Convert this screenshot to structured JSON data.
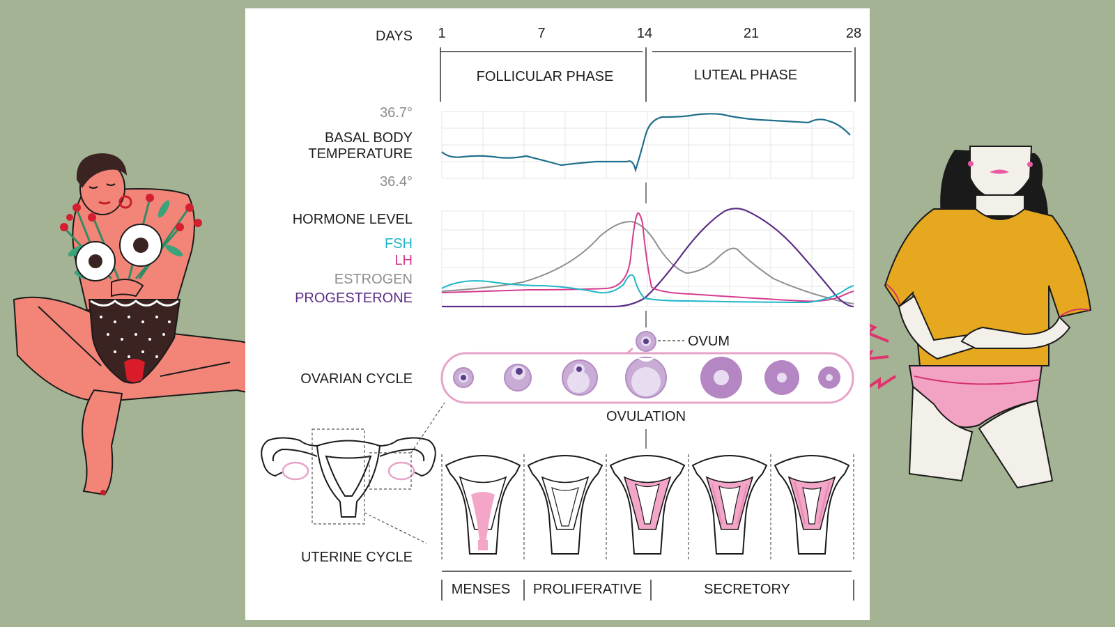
{
  "days": {
    "label": "DAYS",
    "ticks": [
      "1",
      "7",
      "14",
      "21",
      "28"
    ]
  },
  "phases": {
    "follicular": "FOLLICULAR PHASE",
    "luteal": "LUTEAL PHASE"
  },
  "temperature": {
    "label_line1": "BASAL BODY",
    "label_line2": "TEMPERATURE",
    "high": "36.7°",
    "low": "36.4°"
  },
  "hormones": {
    "label": "HORMONE LEVEL",
    "fsh": "FSH",
    "lh": "LH",
    "estrogen": "ESTROGEN",
    "progesterone": "PROGESTERONE"
  },
  "ovarian": {
    "label": "OVARIAN CYCLE",
    "ovum": "OVUM",
    "ovulation": "OVULATION"
  },
  "uterine": {
    "label": "UTERINE CYCLE",
    "menses": "MENSES",
    "proliferative": "PROLIFERATIVE",
    "secretory": "SECRETORY"
  },
  "colors": {
    "background": "#a3b394",
    "temperature": "#1f6f8b",
    "fsh": "#1fb7c8",
    "lh": "#d63a8f",
    "estrogen": "#8e8e8e",
    "progesterone": "#5b2d86",
    "follicle": "#b48cc2",
    "uterus_pink": "#f3a6c8"
  }
}
